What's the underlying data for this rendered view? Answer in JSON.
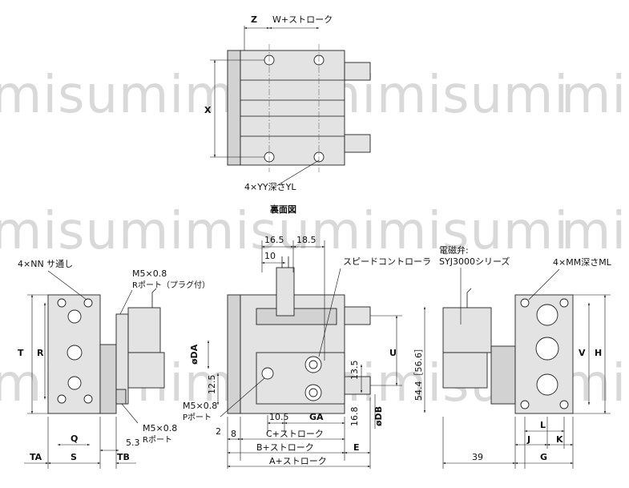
{
  "watermark": "misumi",
  "top_view": {
    "title": "裏面図",
    "labels": {
      "z": "Z",
      "w": "W+ストローク",
      "x": "X",
      "yy": "4×YY深さYL"
    }
  },
  "left_view": {
    "labels": {
      "nn": "4×NN サ通し",
      "m5_top": "M5×0.8",
      "rport_plug": "Rポート（プラグ付）",
      "t": "T",
      "r": "R",
      "m5_bot": "M5×0.8",
      "rport": "Rポート",
      "q": "Q",
      "d53": "5.3",
      "ta": "TA",
      "s": "S",
      "tb": "TB"
    }
  },
  "mid_view": {
    "labels": {
      "d165": "16.5",
      "d185": "18.5",
      "d10": "10",
      "speed": "スピードコントローラ",
      "da": "øDA",
      "d125": "12.5",
      "d135": "13.5",
      "u": "U",
      "m5p": "M5×0.8",
      "pport": "Pポート",
      "d2": "2",
      "d8": "8",
      "d105": "10.5",
      "ga": "GA",
      "d168": "16.8",
      "db": "øDB",
      "c": "C+ストローク",
      "b": "B+ストローク",
      "e": "E",
      "a": "A+ストローク"
    }
  },
  "right_view": {
    "labels": {
      "valve": "電磁弁:",
      "series": "SYJ3000シリーズ",
      "mm": "4×MM深さML",
      "d544": "54.4［56.6］",
      "v": "V",
      "h": "H",
      "l": "L",
      "j": "J",
      "k": "K",
      "d39": "39",
      "g": "G"
    }
  }
}
